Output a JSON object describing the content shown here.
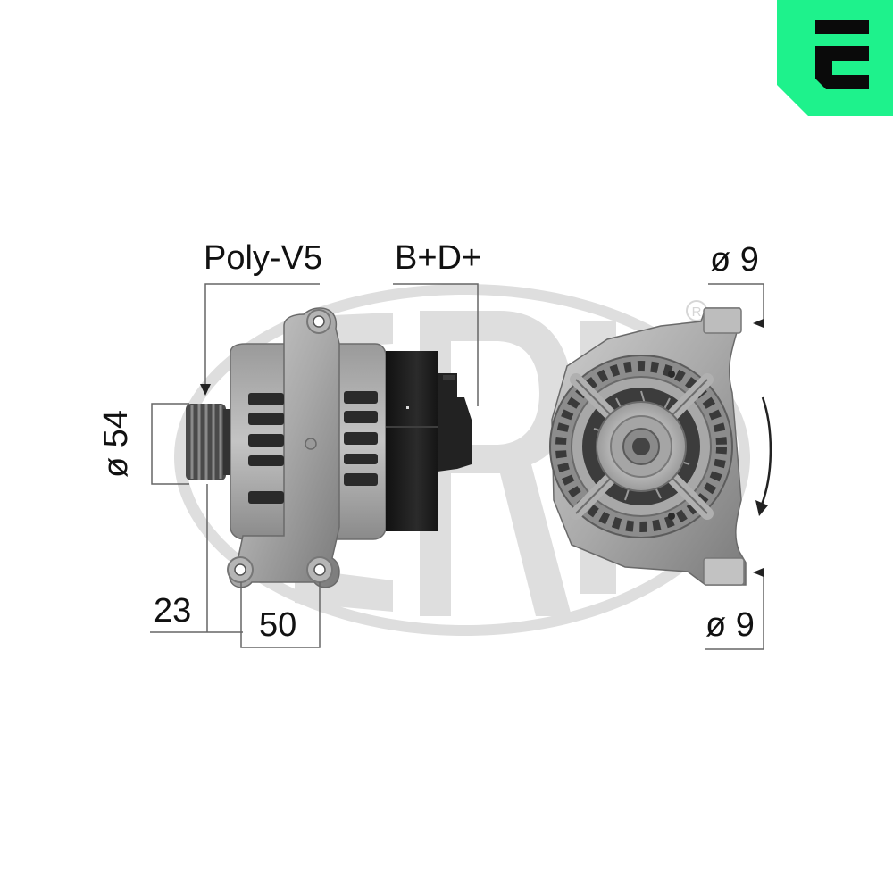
{
  "brand": {
    "logo_letter": "E",
    "logo_color": "#1EF28C",
    "logo_ink": "#0a0a0a"
  },
  "watermark": {
    "text": "ERA",
    "registered_mark": "®",
    "color": "#dcdcdc"
  },
  "product": {
    "type": "Alternator",
    "side_view": "side-view-alternator",
    "front_view": "front-view-alternator"
  },
  "dimensions": {
    "pulley_label": "Poly-V5",
    "connector_label": "B+D+",
    "pulley_diameter": "ø 54",
    "offset_left": "23",
    "mount_spacing": "50",
    "top_hole_diameter": "ø 9",
    "bottom_hole_diameter": "ø 9"
  },
  "rotation": {
    "direction": "clockwise",
    "icon": "curved-arrow-down"
  },
  "colors": {
    "dim_line": "#666666",
    "text": "#111111",
    "metal_light": "#b8b8b8",
    "metal_mid": "#8e8e8e",
    "metal_dark": "#555555",
    "plastic": "#1a1a1a"
  }
}
